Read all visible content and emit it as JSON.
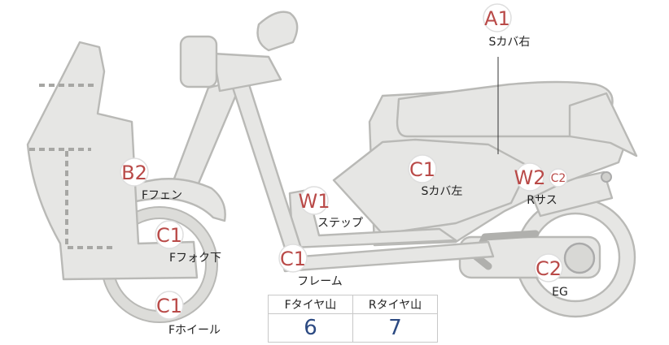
{
  "parts": [
    {
      "id": "A1",
      "code": "A1",
      "label": "Sカバ右"
    },
    {
      "id": "B2",
      "code": "B2",
      "label": "Fフェン"
    },
    {
      "id": "C1_side",
      "code": "C1",
      "label": "Sカバ左"
    },
    {
      "id": "W1",
      "code": "W1",
      "label": "ステップ"
    },
    {
      "id": "W2",
      "code": "W2",
      "extra_code": "C2",
      "label": "Rサス"
    },
    {
      "id": "C1_fork",
      "code": "C1",
      "label": "Fフォク下"
    },
    {
      "id": "C1_frame",
      "code": "C1",
      "label": "フレーム"
    },
    {
      "id": "C2_eg",
      "code": "C2",
      "label": "EG"
    },
    {
      "id": "C1_wheel",
      "code": "C1",
      "label": "Fホイール"
    }
  ],
  "tread_table": {
    "headers": [
      "Fタイヤ山",
      "Rタイヤ山"
    ],
    "values": [
      "6",
      "7"
    ]
  },
  "colors": {
    "code_red": "#b94a48",
    "value_blue": "#2c4a82",
    "part_fill": "#e6e6e4",
    "part_stroke": "#b9b9b6"
  }
}
